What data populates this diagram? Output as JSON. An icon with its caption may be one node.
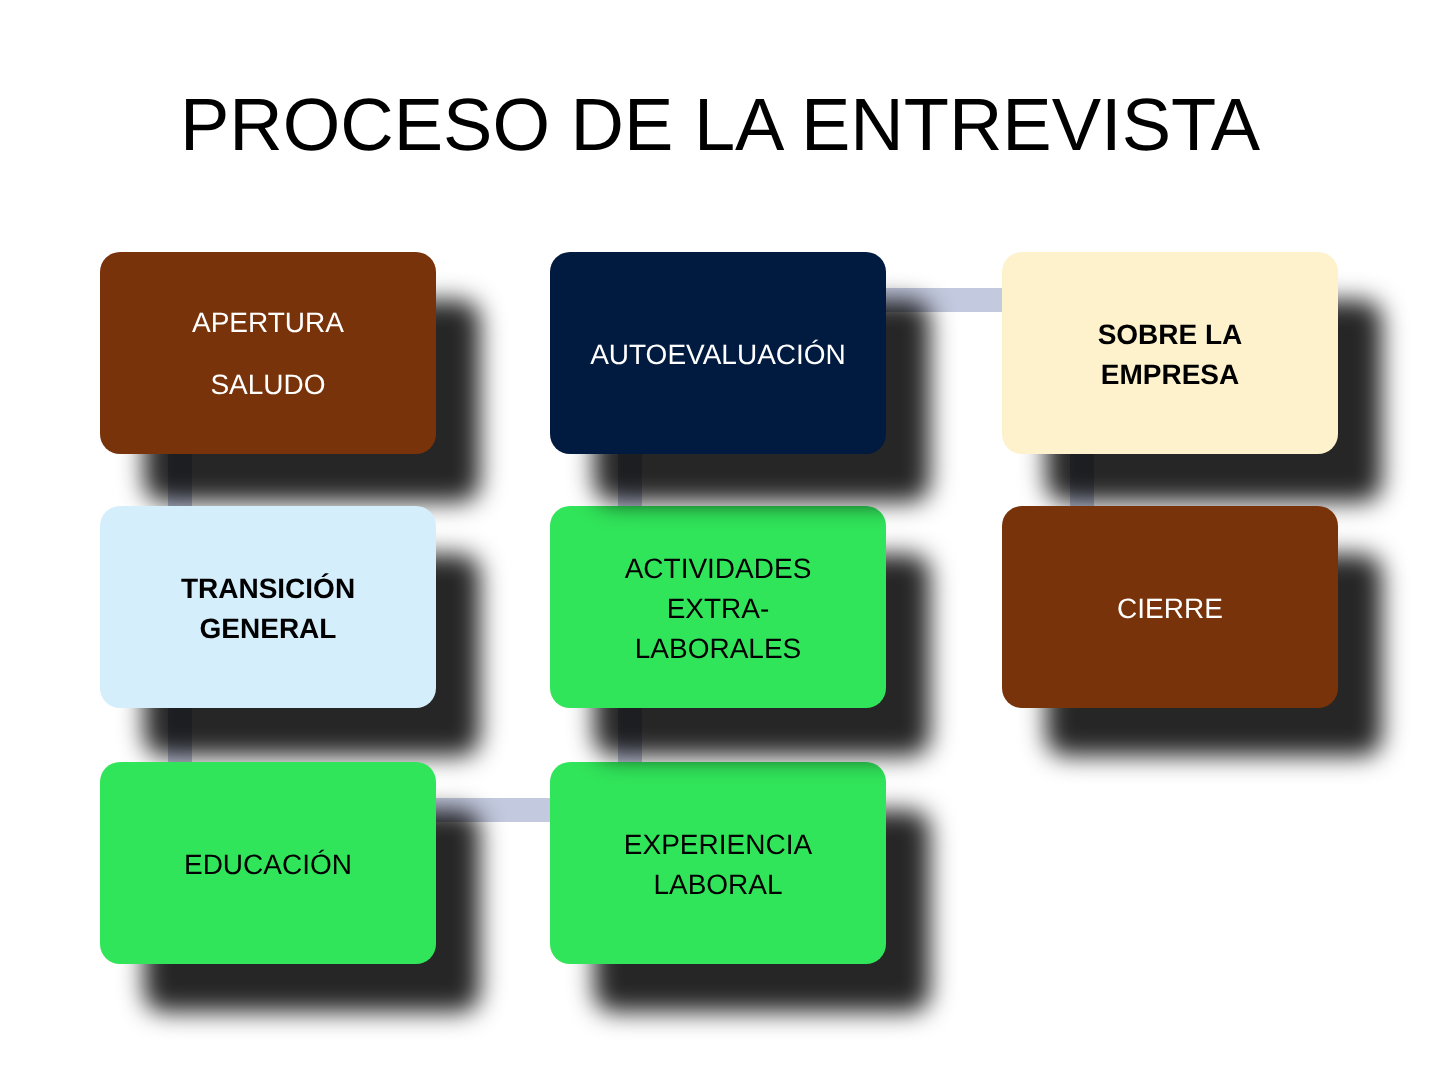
{
  "diagram": {
    "title": "PROCESO DE LA ENTREVISTA",
    "nodes": [
      {
        "text": [
          "APERTURA",
          "SALUDO"
        ]
      },
      {
        "text": [
          "TRANSICIÓN GENERAL"
        ]
      },
      {
        "text": [
          "EDUCACIÓN"
        ]
      },
      {
        "text": [
          "EXPERIENCIA LABORAL"
        ]
      },
      {
        "text": [
          "ACTIVIDADES EXTRA-LABORALES"
        ]
      },
      {
        "text": [
          "AUTOEVALUACIÓN"
        ]
      },
      {
        "text": [
          "SOBRE LA EMPRESA"
        ]
      },
      {
        "text": [
          "CIERRE"
        ]
      }
    ],
    "edges": [
      {
        "from": 0,
        "to": 1,
        "arrow": "none"
      },
      {
        "from": 1,
        "to": 2,
        "arrow": "none"
      },
      {
        "from": 2,
        "to": 3,
        "arrow": "none"
      },
      {
        "from": 3,
        "to": 4,
        "arrow": "none"
      },
      {
        "from": 4,
        "to": 5,
        "arrow": "none"
      },
      {
        "from": 5,
        "to": 6,
        "arrow": "none"
      },
      {
        "from": 6,
        "to": 7,
        "arrow": "none"
      }
    ]
  }
}
